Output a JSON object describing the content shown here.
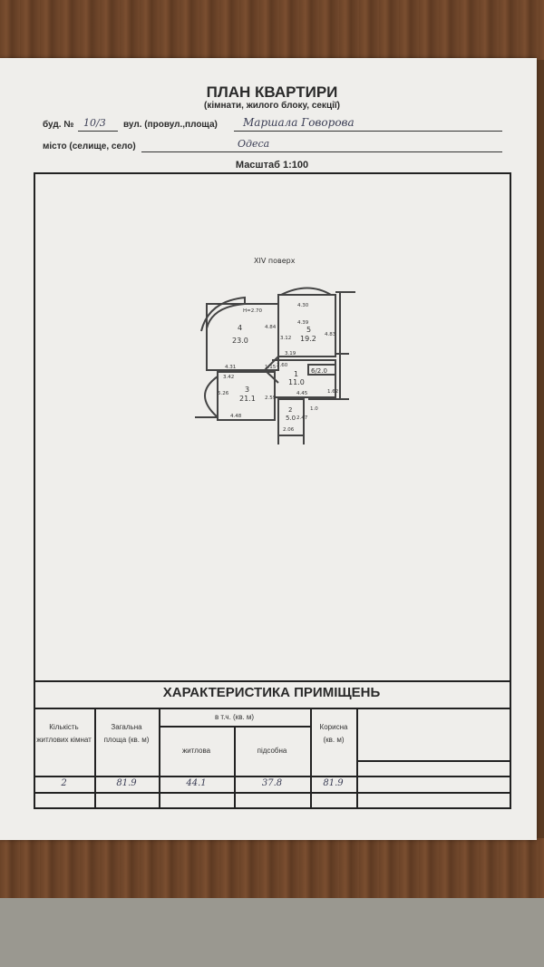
{
  "header": {
    "title": "ПЛАН КВАРТИРИ",
    "subtitle": "(кімнати, жилого блоку, секції)",
    "building_label": "буд. №",
    "building_no": "10/3",
    "street_label": "вул. (провул.,площа)",
    "street": "Маршала Говорова",
    "city_label": "місто (селище, село)",
    "city": "Одеса",
    "scale": "Масштаб 1:100"
  },
  "plan": {
    "floor": "XIV поверх",
    "rooms": [
      {
        "no": "4",
        "area": "23.0"
      },
      {
        "no": "5",
        "area": "19.2"
      },
      {
        "no": "3",
        "area": "21.1"
      },
      {
        "no": "1",
        "area": "11.0"
      },
      {
        "no": "6/2.0"
      },
      {
        "no": "2",
        "area": "5.0"
      }
    ],
    "dims": [
      "H=2.70",
      "4.84",
      "4.31",
      "3.42",
      "4.30",
      "4.39",
      "3.12",
      "3.19",
      "4.83",
      "2.60",
      "1.15",
      "4.45",
      "1.62",
      "5.26",
      "2.59",
      "4.48",
      "2.47",
      "2.06",
      "1.0"
    ]
  },
  "table": {
    "title": "ХАРАКТЕРИСТИКА ПРИМІЩЕНЬ",
    "headers": {
      "rooms": "Кількість житлових кімнат",
      "total": "Загальна площа (кв. м)",
      "incl": "в т.ч. (кв. м)",
      "living": "житлова",
      "aux": "підсобна",
      "useful": "Корисна (кв. м)"
    },
    "row": {
      "rooms": "2",
      "total": "81.9",
      "living": "44.1",
      "aux": "37.8",
      "useful": "81.9"
    }
  }
}
